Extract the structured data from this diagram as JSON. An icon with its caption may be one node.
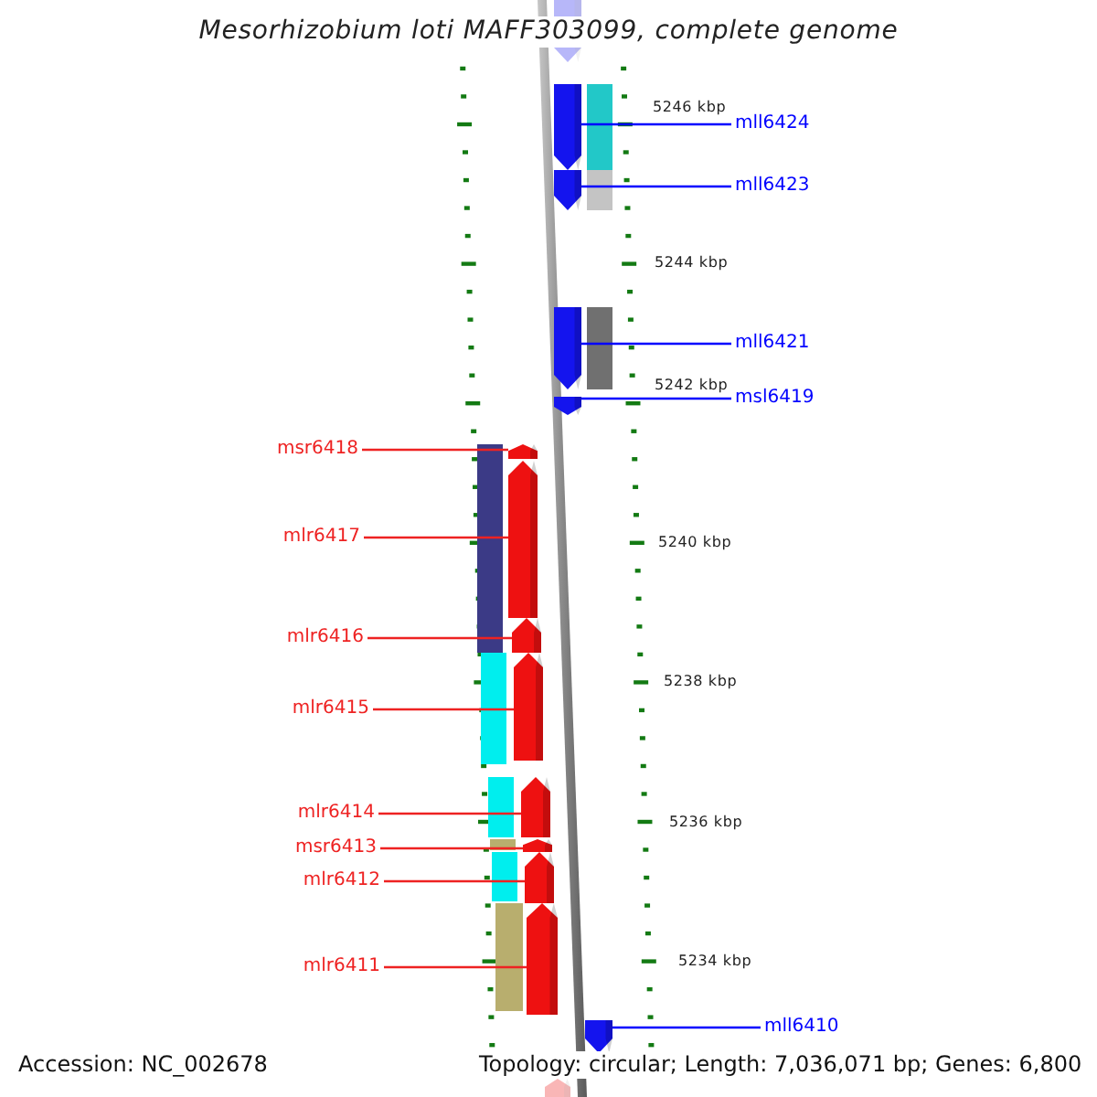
{
  "diagram": {
    "title": "Mesorhizobium loti MAFF303099, complete genome",
    "nodes": [
      {
        "text": [],
        "shape": "bar"
      },
      {
        "text": [
          "mll6424"
        ]
      },
      {
        "text": [],
        "shape": "bar"
      },
      {
        "text": [
          "mll6423"
        ]
      },
      {
        "text": [],
        "shape": "bar"
      },
      {
        "text": [
          "mll6421"
        ]
      },
      {
        "text": [],
        "shape": "bar"
      },
      {
        "text": [
          "msl6419"
        ]
      },
      {
        "text": [],
        "shape": "bar"
      },
      {
        "text": [
          "msr6418"
        ]
      },
      {
        "text": [],
        "shape": "bar"
      },
      {
        "text": [
          "mlr6417"
        ]
      },
      {
        "text": [],
        "shape": "bar"
      },
      {
        "text": [
          "mlr6416"
        ]
      },
      {
        "text": [],
        "shape": "bar"
      },
      {
        "text": [
          "mlr6415"
        ]
      },
      {
        "text": [],
        "shape": "bar"
      },
      {
        "text": [
          "mlr6414"
        ]
      },
      {
        "text": [],
        "shape": "bar"
      },
      {
        "text": [
          "msr6413"
        ]
      },
      {
        "text": [],
        "shape": "bar"
      },
      {
        "text": [
          "mlr6412"
        ]
      },
      {
        "text": [],
        "shape": "bar"
      },
      {
        "text": [
          "mlr6411"
        ]
      },
      {
        "text": [],
        "shape": "bar"
      },
      {
        "text": [
          "mll6410"
        ]
      },
      {
        "text": [],
        "shape": "bar"
      },
      {
        "text": [],
        "shape": "bar"
      }
    ],
    "edges": [
      {
        "from": 1,
        "to": 2,
        "arrow": "none",
        "color": "#0000ff"
      },
      {
        "from": 3,
        "to": 4,
        "arrow": "none",
        "color": "#0000ff"
      },
      {
        "from": 5,
        "to": 6,
        "arrow": "none",
        "color": "#0000ff"
      },
      {
        "from": 7,
        "to": 8,
        "arrow": "none",
        "color": "#0000ff"
      },
      {
        "from": 9,
        "to": 10,
        "arrow": "none"
      },
      {
        "from": 11,
        "to": 12,
        "arrow": "none"
      },
      {
        "from": 13,
        "to": 14,
        "arrow": "none"
      },
      {
        "from": 15,
        "to": 16,
        "arrow": "none"
      },
      {
        "from": 17,
        "to": 18,
        "arrow": "none"
      },
      {
        "from": 19,
        "to": 20,
        "arrow": "none"
      },
      {
        "from": 21,
        "to": 22,
        "arrow": "none"
      },
      {
        "from": 23,
        "to": 24,
        "arrow": "none"
      },
      {
        "from": 25,
        "to": 26,
        "arrow": "none",
        "color": "#0000ff"
      }
    ],
    "labels": [
      "5246 kbp",
      "5244 kbp",
      "5242 kbp",
      "5240 kbp",
      "5238 kbp",
      "5236 kbp",
      "5234 kbp",
      "Accession: NC_002678",
      "Topology: circular; Length: 7,036,071 bp; Genes: 6,800"
    ]
  }
}
